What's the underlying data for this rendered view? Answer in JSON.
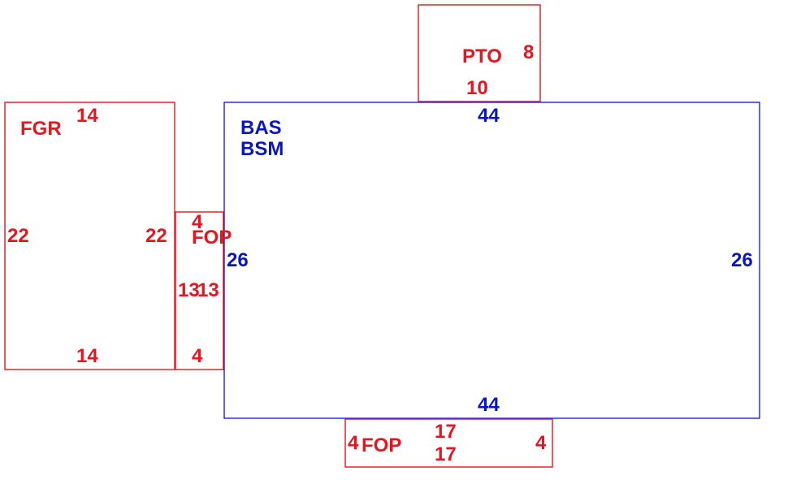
{
  "colors": {
    "red": "#e8141e",
    "blue": "#0a14c8"
  },
  "areas": {
    "fgr": {
      "code": "FGR",
      "top": "14",
      "bottom": "14",
      "left": "22",
      "right": "22"
    },
    "fop_side": {
      "code": "FOP",
      "top": "4",
      "bottom": "4",
      "left": "13",
      "right": "13"
    },
    "pto": {
      "code": "PTO",
      "side": "8",
      "bottom": "10"
    },
    "bas": {
      "code": "BAS",
      "code2": "BSM",
      "top": "44",
      "bottom": "44",
      "left": "26",
      "right": "26"
    },
    "fop_bottom": {
      "code": "FOP",
      "left": "4",
      "right": "4",
      "top": "17",
      "bottom": "17"
    }
  }
}
